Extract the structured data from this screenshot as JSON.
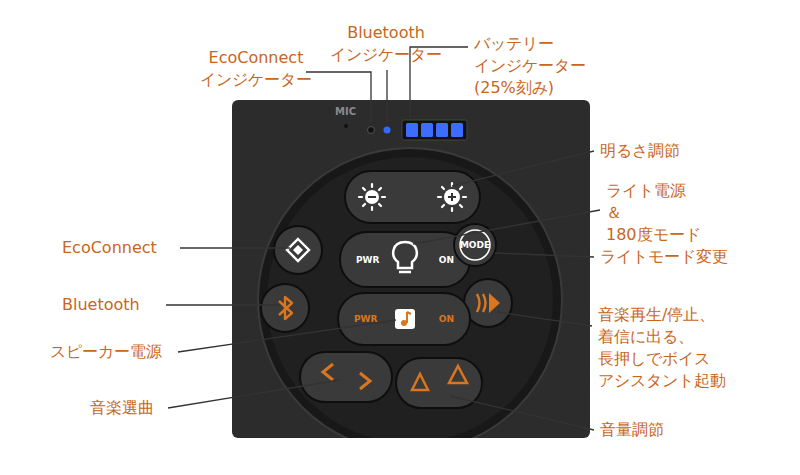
{
  "diagram": {
    "nodes": [
      {
        "text": [
          "MIC"
        ]
      },
      {
        "text": [
          "PWR",
          "ON"
        ],
        "in": 0
      },
      {
        "text": [
          "MODE"
        ],
        "in": 0
      },
      {
        "text": [
          "PWR",
          "ON"
        ],
        "in": 0
      }
    ],
    "labels": [
      "EcoConnect インジケーター",
      "Bluetooth インジケーター",
      "バッテリー インジケーター(25%刻み)",
      "明るさ調節",
      "ライト電源＆ 180度モード",
      "EcoConnect",
      "ライトモード変更",
      "Bluetooth",
      "音楽再生/停止、 着信に出る、 長押しでボイス アシスタント起動",
      "スピーカー電源",
      "音楽選曲",
      "音量調節"
    ]
  }
}
